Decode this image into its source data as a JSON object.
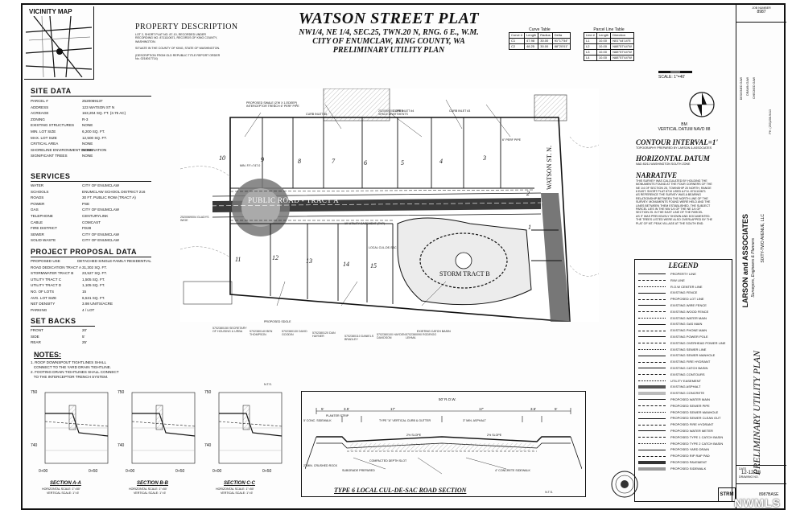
{
  "header": {
    "vicinity_map": "VICINITY MAP",
    "property_description": "PROPERTY DESCRIPTION",
    "prop_desc_lines": [
      "LOT 2, SHORT PLAT NO. 87-10, RECORDED UNDER",
      "RECORDING NO. 8711110671, RECORDS OF KING COUNTY,",
      "WASHINGTON.",
      "",
      "SITUATE IN THE COUNTY OF KING, STATE OF WASHINGTON.",
      "",
      "(DESCRIPTION FROM OLD REPUBLIC TITLE REPORT ORDER",
      "No. 0218017714)"
    ],
    "title": "WATSON STREET PLAT",
    "subtitle1": "NW1/4, NE 1/4, SEC.25, TWN.20 N, RNG. 6 E., W.M.",
    "subtitle2": "CITY OF ENUMCLAW, KING COUNTY, WA",
    "subtitle3": "PRELIMINARY UTILITY PLAN",
    "curve_table": "Curve Table",
    "curve_headers": [
      "Curve #",
      "Length",
      "Radius",
      "Delta"
    ],
    "curve_rows": [
      [
        "C1",
        "47.98",
        "30.00",
        "91°17'54\""
      ],
      [
        "C2",
        "48.25",
        "30.00",
        "88°20'01\""
      ]
    ],
    "parcel_table": "Parcel Line Table",
    "parcel_headers": [
      "Line #",
      "Length",
      "Direction"
    ],
    "parcel_rows": [
      [
        "L1",
        "10.00",
        "N01°44'14\"E"
      ],
      [
        "L2",
        "10.00",
        "N88°57'44\"W"
      ],
      [
        "L3",
        "10.00",
        "N88°57'44\"W"
      ],
      [
        "L4",
        "10.00",
        "N88°57'44\"W"
      ]
    ],
    "scale": "SCALE: 1\"=40'"
  },
  "left": {
    "site_data": "SITE DATA",
    "site_rows": [
      [
        "PARCEL #",
        "2520069137"
      ],
      [
        "ADDRESS",
        "123 WATSON ST N"
      ],
      [
        "ACREAGE",
        "163,204 SQ. FT. (3.75 AC)"
      ],
      [
        "ZONING",
        "R-3"
      ],
      [
        "EXISTING STRUCTURES",
        "NONE"
      ],
      [
        "MIN. LOT SIZE",
        "6,200 SQ. FT."
      ],
      [
        "MAX. LOT SIZE",
        "12,500 SQ. FT."
      ],
      [
        "CRITICAL AREA",
        "NONE"
      ],
      [
        "SHORELINE ENVIRONMENT DESIGNATION",
        "NONE"
      ],
      [
        "SIGNIFICANT TREES",
        "NONE"
      ]
    ],
    "services": "SERVICES",
    "service_rows": [
      [
        "WATER",
        "CITY OF ENUMCLAW"
      ],
      [
        "SCHOOLS",
        "ENUMCLAW SCHOOL DISTRICT 216"
      ],
      [
        "ROADS",
        "30 FT. PUBLIC ROW (TRACT A)"
      ],
      [
        "POWER",
        "PSE"
      ],
      [
        "GAS",
        "CITY OF ENUMCLAW"
      ],
      [
        "TELEPHONE",
        "CENTURYLINK"
      ],
      [
        "CABLE",
        "COMCAST"
      ],
      [
        "FIRE DISTRICT",
        "FD28"
      ],
      [
        "SEWER",
        "CITY OF ENUMCLAW"
      ],
      [
        "SOLID WASTE",
        "CITY OF ENUMCLAW"
      ]
    ],
    "proposal": "PROJECT PROPOSAL DATA",
    "proposal_rows": [
      [
        "PROPOSED USE",
        "DETACHED SINGLE-FAMILY RESIDENTIAL"
      ],
      [
        "ROAD DEDICATION TRACT A",
        "31,302 SQ. FT."
      ],
      [
        "STORMWATER TRACT B",
        "23,527 SQ. FT."
      ],
      [
        "UTILITY TRACT C",
        "1,505 SQ. FT."
      ],
      [
        "UTILITY TRACT D",
        "1,105 SQ. FT."
      ],
      [
        "NO. OF LOTS",
        "15"
      ],
      [
        "AVG. LOT SIZE",
        "6,531 SQ. FT."
      ],
      [
        "NET DENSITY",
        "3.98 UNITS/ACRE"
      ],
      [
        "PARKING",
        "4 / LOT"
      ]
    ],
    "setbacks": "SET BACKS",
    "setback_rows": [
      [
        "FRONT",
        "20'"
      ],
      [
        "SIDE",
        "5'"
      ],
      [
        "REAR",
        "25'"
      ]
    ],
    "notes": "NOTES:",
    "note_lines": [
      "1. ROOF DOWNSPOUT TIGHTLINES SHALL",
      "   CONNECT TO THE YARD DRAIN TIGHTLINE.",
      "2. FOOTING DRAIN TIGHTLINES SHALL CONNECT",
      "   TO THE INTERCEPTOR TRENCH SYSTEM."
    ],
    "nts": "N.T.S.",
    "sections": [
      {
        "label": "SECTION A-A",
        "scale1": "HORIZONTAL SCALE: 1\"=50'",
        "scale2": "VERTICAL SCALE: 1\"=5'"
      },
      {
        "label": "SECTION B-B",
        "scale1": "HORIZONTAL SCALE: 1\"=50'",
        "scale2": "VERTICAL SCALE: 1\"=5'"
      },
      {
        "label": "SECTION C-C",
        "scale1": "HORIZONTAL SCALE: 1\"=50'",
        "scale2": "VERTICAL SCALE: 1\"=5'"
      }
    ],
    "section_elev_top": "750",
    "section_elev_bottom": "740",
    "section_sta_left": "0+00",
    "section_sta_right": "0+50"
  },
  "plan": {
    "lots": [
      "10",
      "9",
      "8",
      "7",
      "6",
      "5",
      "4",
      "3",
      "11",
      "12",
      "13",
      "14",
      "15",
      "1",
      "2"
    ],
    "public_road": "PUBLIC ROAD - TRACT A",
    "storm_tract": "STORM TRACT B",
    "street": "WATSON ST. N.",
    "parcel_labels": [
      "2520069004 GLADYS WIGE",
      "2520069003 OPEN SPACE APARTMENTS",
      "5702380150 SECRETARY OF HOUSING & URBA",
      "5702380140 BEN THOMPSON",
      "5702380130 DAVID GOODIN",
      "5702380120 DAN HAYNER",
      "5702380110 DANIELS BRADLEY",
      "5702380100 HAYDEN DAVIDSON",
      "5702380090 RODRIGO LEHMA"
    ],
    "callouts": [
      "PROPOSED SWALE (2'W X 1.5'DEEP) INTERCEPTOR TRENCH 6\" PERF PIPE",
      "CURB INLET #5",
      "CURB INLET #4",
      "CURB INLET #3",
      "PROPOSED SDOLE",
      "MIN. F.F.=747.0",
      "10' UTILITY EASEMENT (TYP)",
      "EXISTING CATCH BASIN",
      "6\" PERF PIPE",
      "LOCAL CUL-DE-SAC"
    ]
  },
  "road_section": {
    "title": "TYPE 6 LOCAL CUL-DE-SAC ROAD SECTION",
    "nts": "N.T.S.",
    "dims": [
      "50' R.O.W.",
      "5'",
      "3.5'",
      "17'",
      "17'",
      "3.5'",
      "5'"
    ],
    "labels": [
      "5' CONC. SIDEWALK",
      "PLANTER STRIP",
      "TYPE \"A\" VERTICAL CURB & GUTTER",
      "3\" MIN. ASPHALT",
      "2% SLOPE",
      "2% SLOPE",
      "COMPACTED DEPTH SLOT",
      "SUBGRADE PREPARED",
      "2\" MIN. CRUSHED ROCK",
      "4\" CONCRETE SIDEWALK"
    ]
  },
  "right": {
    "bm": "BM",
    "vertical_datum": "VERTICAL DATUM NAVD 88",
    "contour": "CONTOUR INTERVAL=1'",
    "contour_note": "TOPOGRAPHY PREPARED BY LARSON & ASSOCIATES",
    "horizontal": "HORIZONTAL DATUM",
    "horizontal_note": "NAD 83/11 WASHINGTON SOUTH ZONE",
    "narrative": "NARRATIVE",
    "narrative_lines": [
      "THIS SURVEY WAS CALCULATED BY HOLDING THE",
      "MONUMENTS FOUND AT THE FOUR CORNERS OF THE",
      "NE 1/4 OF SECTION 25, TOWNSHIP 20 NORTH, RANGE",
      "6 EAST. SHORT PLAT 8710 USED A.F.N. 8711110671",
      "AS REFERENCE THE SURVEY WAS A BEARING",
      "RELATIONSHIP BETWEEN THE NORTH LINE OF THE",
      "SURVEY. MONUMENTS FOUND WERE HELD AND THE",
      "LINES BETWEEN THEM ESTABLISHED. THE SUBJECT",
      "PARCEL LIES IN THE NW 1/4 OF THE NE 1/4 OF",
      "SECTION 25. IN THE EAST LINE OF THE PARCEL",
      "AS IT WAS PREVIOUSLY SHOWN AND DOCUMENTED.",
      "THE TREES LISTED WERE ALSO OVERLAPPED BY THE",
      "PLAT OF MT. PEAK VILLAGE AT THE SOUTH END."
    ],
    "legend": "LEGEND",
    "legend_items": [
      "PROPERTY LINE",
      "R/W LINE",
      "R.O.W CENTER LINE",
      "EXISTING FENCE",
      "PROPOSED LOT LINE",
      "EXISTING WIRE FENCE",
      "EXISTING WOOD FENCE",
      "EXISTING WATER MAIN",
      "EXISTING GAS MAIN",
      "EXISTING PHONE MAIN",
      "EXISTING POWER POLE",
      "EXISTING OVERHEAD POWER LINE",
      "EXISTING SEWER LINE",
      "EXISTING SEWER MANHOLE",
      "EXISTING FIRE HYDRANT",
      "EXISTING CATCH BASIN",
      "EXISTING CONTOURS",
      "UTILITY EASEMENT",
      "EXISTING ASPHALT",
      "EXISTING CONCRETE",
      "PROPOSED WATER MAIN",
      "PROPOSED SEWER PIPE",
      "PROPOSED SEWER MANHOLE",
      "PROPOSED SEWER CLEAN OUT",
      "PROPOSED FIRE HYDRANT",
      "PROPOSED WATER METER",
      "PROPOSED TYPE 1 CATCH BASIN",
      "PROPOSED TYPE 2 CATCH BASIN",
      "PROPOSED YARD DRAIN",
      "PROPOSED RIP RAP PAD",
      "PROPOSED PAVEMENT",
      "PROPOSED SIDEWALK"
    ]
  },
  "titleblock": {
    "job_number": "JOB NUMBER",
    "job_value": "8987",
    "firm": "LARSON and ASSOCIATES",
    "firm_sub": "Surveyors, Engineers & Planners",
    "client": "SIXTY-TWO AVENUE, LLC",
    "sheet_title": "PRELIMINARY UTILITY PLAN",
    "date_label": "DATE",
    "date_value": "12-12-18",
    "drawing_label": "DRAWING NO.",
    "drawing_value": "8987BASE",
    "sheet_code": "STRM",
    "designed": "DESIGNED GAW",
    "drawn": "DRAWN GAW",
    "checked": "CHECKED GAW",
    "ph": "PH. (253)208-9413"
  },
  "watermark": "NWMLS"
}
